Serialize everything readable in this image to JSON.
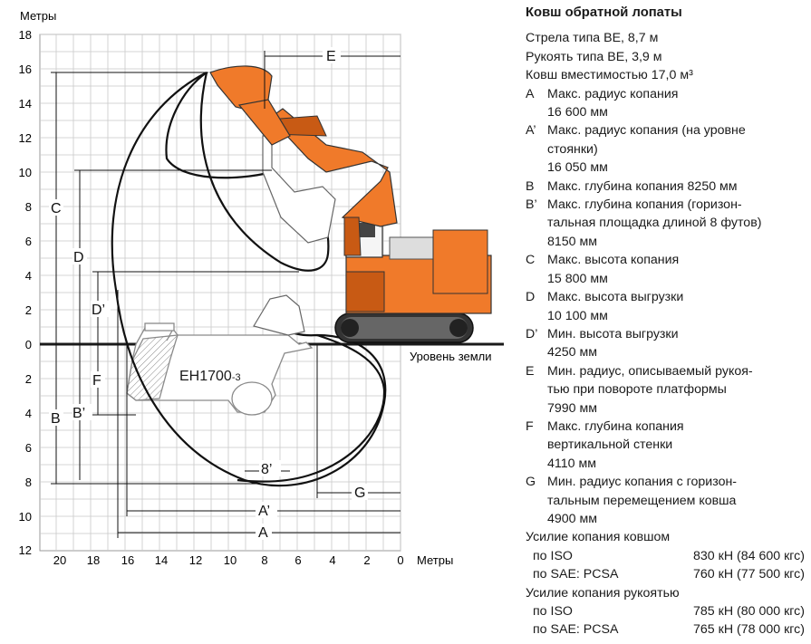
{
  "diagram": {
    "y_axis_unit": "Метры",
    "x_axis_unit": "Метры",
    "y_ticks_up": [
      "18",
      "16",
      "14",
      "12",
      "10",
      "8",
      "6",
      "4",
      "2",
      "0"
    ],
    "y_ticks_down": [
      "2",
      "4",
      "6",
      "8",
      "10",
      "12"
    ],
    "x_ticks": [
      "20",
      "18",
      "16",
      "14",
      "12",
      "10",
      "8",
      "6",
      "4",
      "2",
      "0"
    ],
    "ground_label": "Уровень земли",
    "truck_label_main": "EH1700",
    "truck_label_sub": "-3",
    "dim_labels": {
      "A": "A",
      "A_prime": "A’",
      "B": "B",
      "B_prime": "B’",
      "C": "C",
      "D": "D",
      "D_prime": "D’",
      "E": "E",
      "F": "F",
      "G": "G",
      "eight_ft": "8’"
    },
    "colors": {
      "machine": "#f07a2a",
      "machine_dark": "#c85a14",
      "grid": "#c8c8c8",
      "line": "#1a1a1a"
    }
  },
  "specs": {
    "title": "Ковш обратной лопаты",
    "intro": [
      "Стрела типа BE, 8,7 м",
      "Рукоять типа BE, 3,9 м",
      "Ковш вместимостью 17,0 м³"
    ],
    "items": [
      {
        "letter": "A",
        "lines": [
          "Макс. радиус копания",
          "16 600 мм"
        ]
      },
      {
        "letter": "A’",
        "lines": [
          "Макс. радиус копания (на уровне",
          "стоянки)",
          "16 050 мм"
        ]
      },
      {
        "letter": "B",
        "lines": [
          "Макс. глубина копания  8250 мм"
        ]
      },
      {
        "letter": "B’",
        "lines": [
          "Макс. глубина копания (горизон-",
          "тальная площадка длиной 8 футов)",
          "8150 мм"
        ]
      },
      {
        "letter": "C",
        "lines": [
          "Макс. высота копания",
          "15 800 мм"
        ]
      },
      {
        "letter": "D",
        "lines": [
          "Макс. высота выгрузки",
          "10 100 мм"
        ]
      },
      {
        "letter": "D’",
        "lines": [
          "Мин. высота выгрузки",
          "4250 мм"
        ]
      },
      {
        "letter": "E",
        "lines": [
          "Мин. радиус, описываемый рукоя-",
          "тью при повороте платформы",
          "7990 мм"
        ]
      },
      {
        "letter": "F",
        "lines": [
          "Макс. глубина копания",
          "вертикальной стенки",
          "4110 мм"
        ]
      },
      {
        "letter": "G",
        "lines": [
          "Мин. радиус копания с горизон-",
          "тальным перемещением ковша",
          "4900 мм"
        ]
      }
    ],
    "bucket_force": {
      "title": "Усилие копания ковшом",
      "rows": [
        {
          "label": "по ISO",
          "value": "830 кН (84 600 кгс)"
        },
        {
          "label": "по SAE: PCSA",
          "value": "760 кН (77 500 кгс)"
        }
      ]
    },
    "arm_force": {
      "title": "Усилие копания рукоятью",
      "rows": [
        {
          "label": "по ISO",
          "value": "785 кН (80 000 кгс)"
        },
        {
          "label": "по SAE: PCSA",
          "value": "765 кН (78 000 кгс)"
        }
      ]
    }
  }
}
